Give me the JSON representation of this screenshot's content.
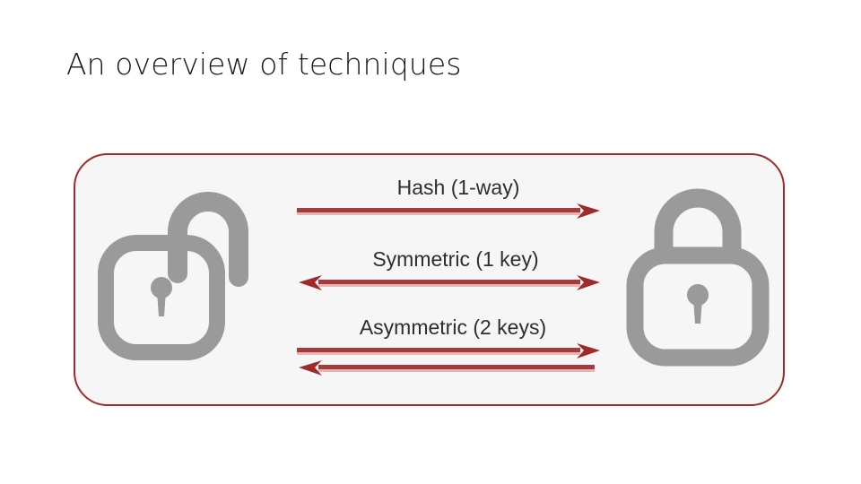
{
  "slide": {
    "title": "An overview of techniques"
  },
  "figure": {
    "name": "cryptography-techniques-diagram",
    "border_color": "#9e2a2a",
    "fill_color": "#f6f6f7",
    "arrow_color": "#a33c3c",
    "arrow_highlight_color": "#e8b4b4",
    "icon_color": "#9a9a9a",
    "left_icon": {
      "name": "padlock-open-icon",
      "state": "unlocked"
    },
    "right_icon": {
      "name": "padlock-closed-icon",
      "state": "locked"
    },
    "rows": [
      {
        "id": "hash",
        "label": "Hash (1-way)",
        "direction": "one-way-right",
        "arrow_count": 1
      },
      {
        "id": "symmetric",
        "label": "Symmetric (1 key)",
        "direction": "bidirectional",
        "arrow_count": 1
      },
      {
        "id": "asymmetric",
        "label": "Asymmetric (2 keys)",
        "direction": "two-parallel-opposite",
        "arrow_count": 2
      }
    ]
  }
}
